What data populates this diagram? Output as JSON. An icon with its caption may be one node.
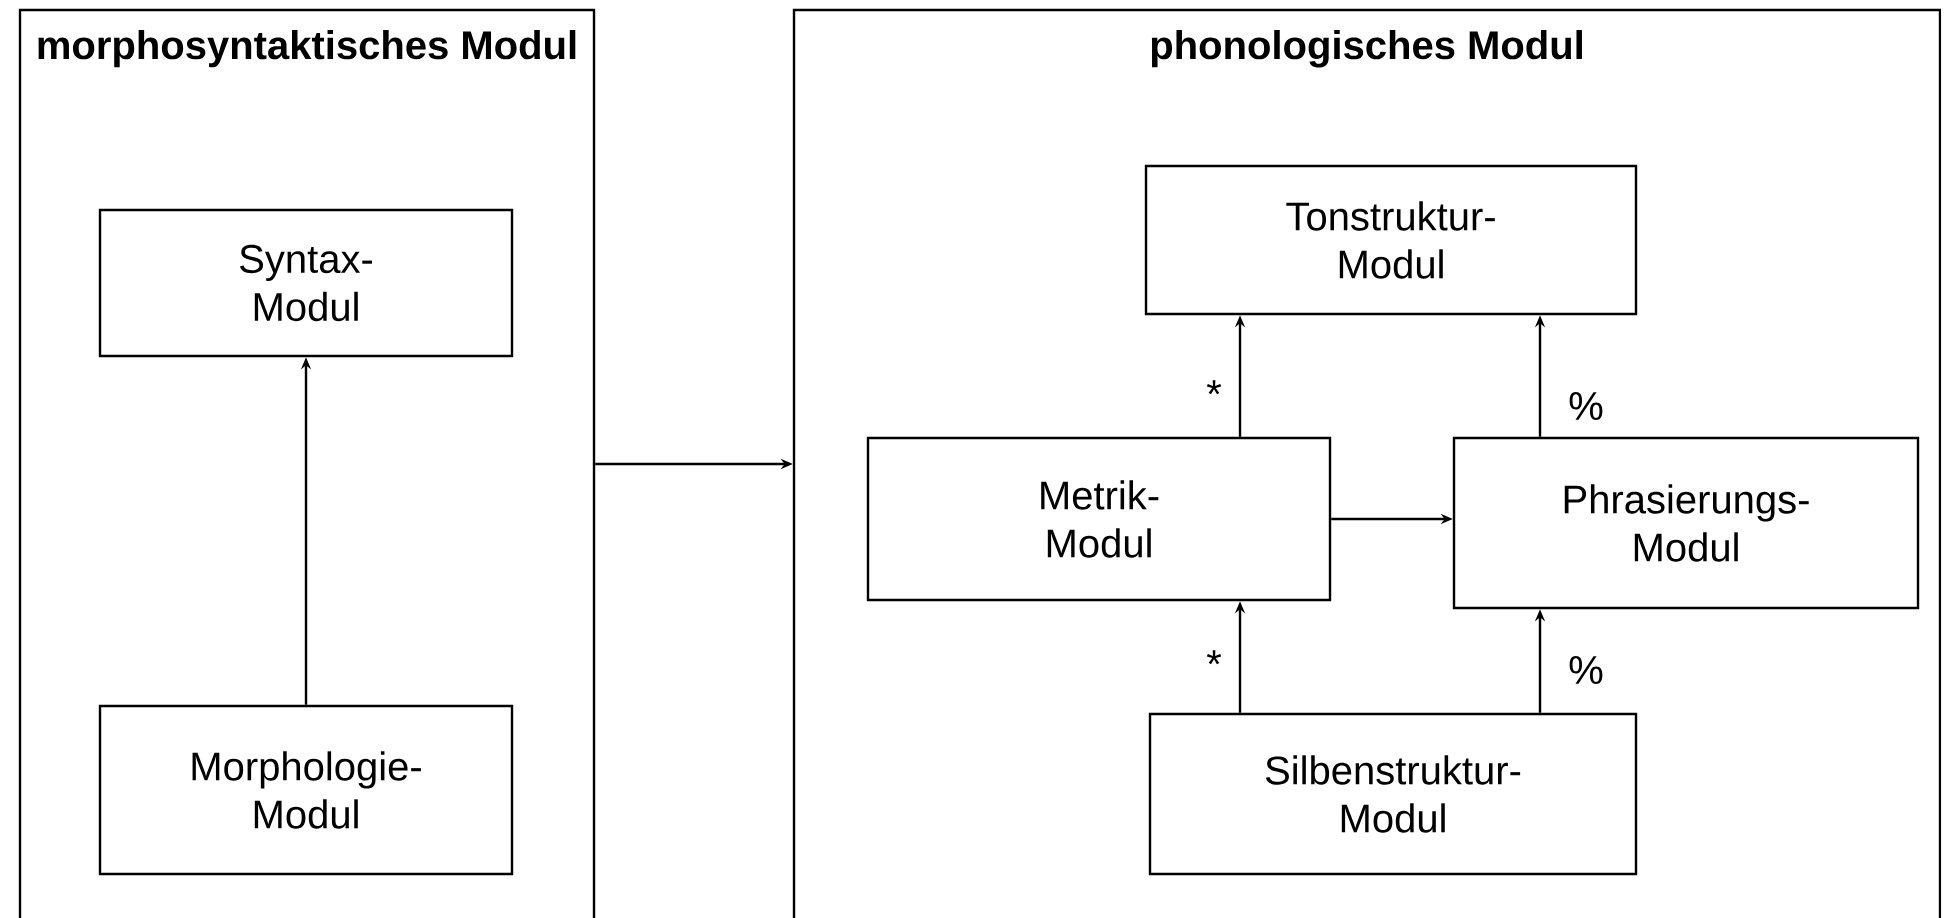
{
  "diagram": {
    "nodes": [
      {
        "text": [
          "morphosyntaktisches Modul"
        ]
      },
      {
        "text": [
          "Syntax- Modul"
        ],
        "in": 0
      },
      {
        "text": [
          "Morphologie- Modul"
        ],
        "in": 0
      },
      {
        "text": [
          "phonologisches Modul"
        ]
      },
      {
        "text": [
          "Tonstruktur- Modul"
        ],
        "in": 3
      },
      {
        "text": [
          "Metrik- Modul"
        ],
        "in": 3
      },
      {
        "text": [
          "Phrasierungs- Modul"
        ],
        "in": 3
      },
      {
        "text": [
          "Silbenstruktur- Modul"
        ],
        "in": 3
      }
    ],
    "edges": [
      {
        "from": 2,
        "to": 1,
        "arrow": "to"
      },
      {
        "from": 0,
        "to": 3,
        "arrow": "to"
      },
      {
        "from": 5,
        "to": 4,
        "arrow": "to",
        "label": "*"
      },
      {
        "from": 6,
        "to": 4,
        "arrow": "to",
        "label": "%"
      },
      {
        "from": 5,
        "to": 6,
        "arrow": "to"
      },
      {
        "from": 7,
        "to": 5,
        "arrow": "to",
        "label": "*"
      },
      {
        "from": 7,
        "to": 6,
        "arrow": "to",
        "label": "%"
      }
    ]
  }
}
